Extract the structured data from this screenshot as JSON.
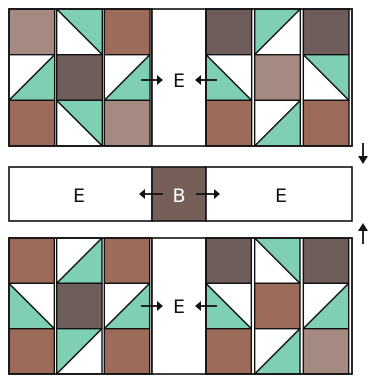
{
  "diagram": {
    "labels": {
      "top_center": "E",
      "middle_left": "E",
      "middle_center": "B",
      "middle_right": "E",
      "bottom_center": "E"
    },
    "colors": {
      "brown": "#9c6b5a",
      "dark": "#6e5d5b",
      "taupe": "#a58a82",
      "green": "#7fcfb3",
      "white": "#ffffff",
      "line": "#111111",
      "center": "#765f58"
    }
  }
}
